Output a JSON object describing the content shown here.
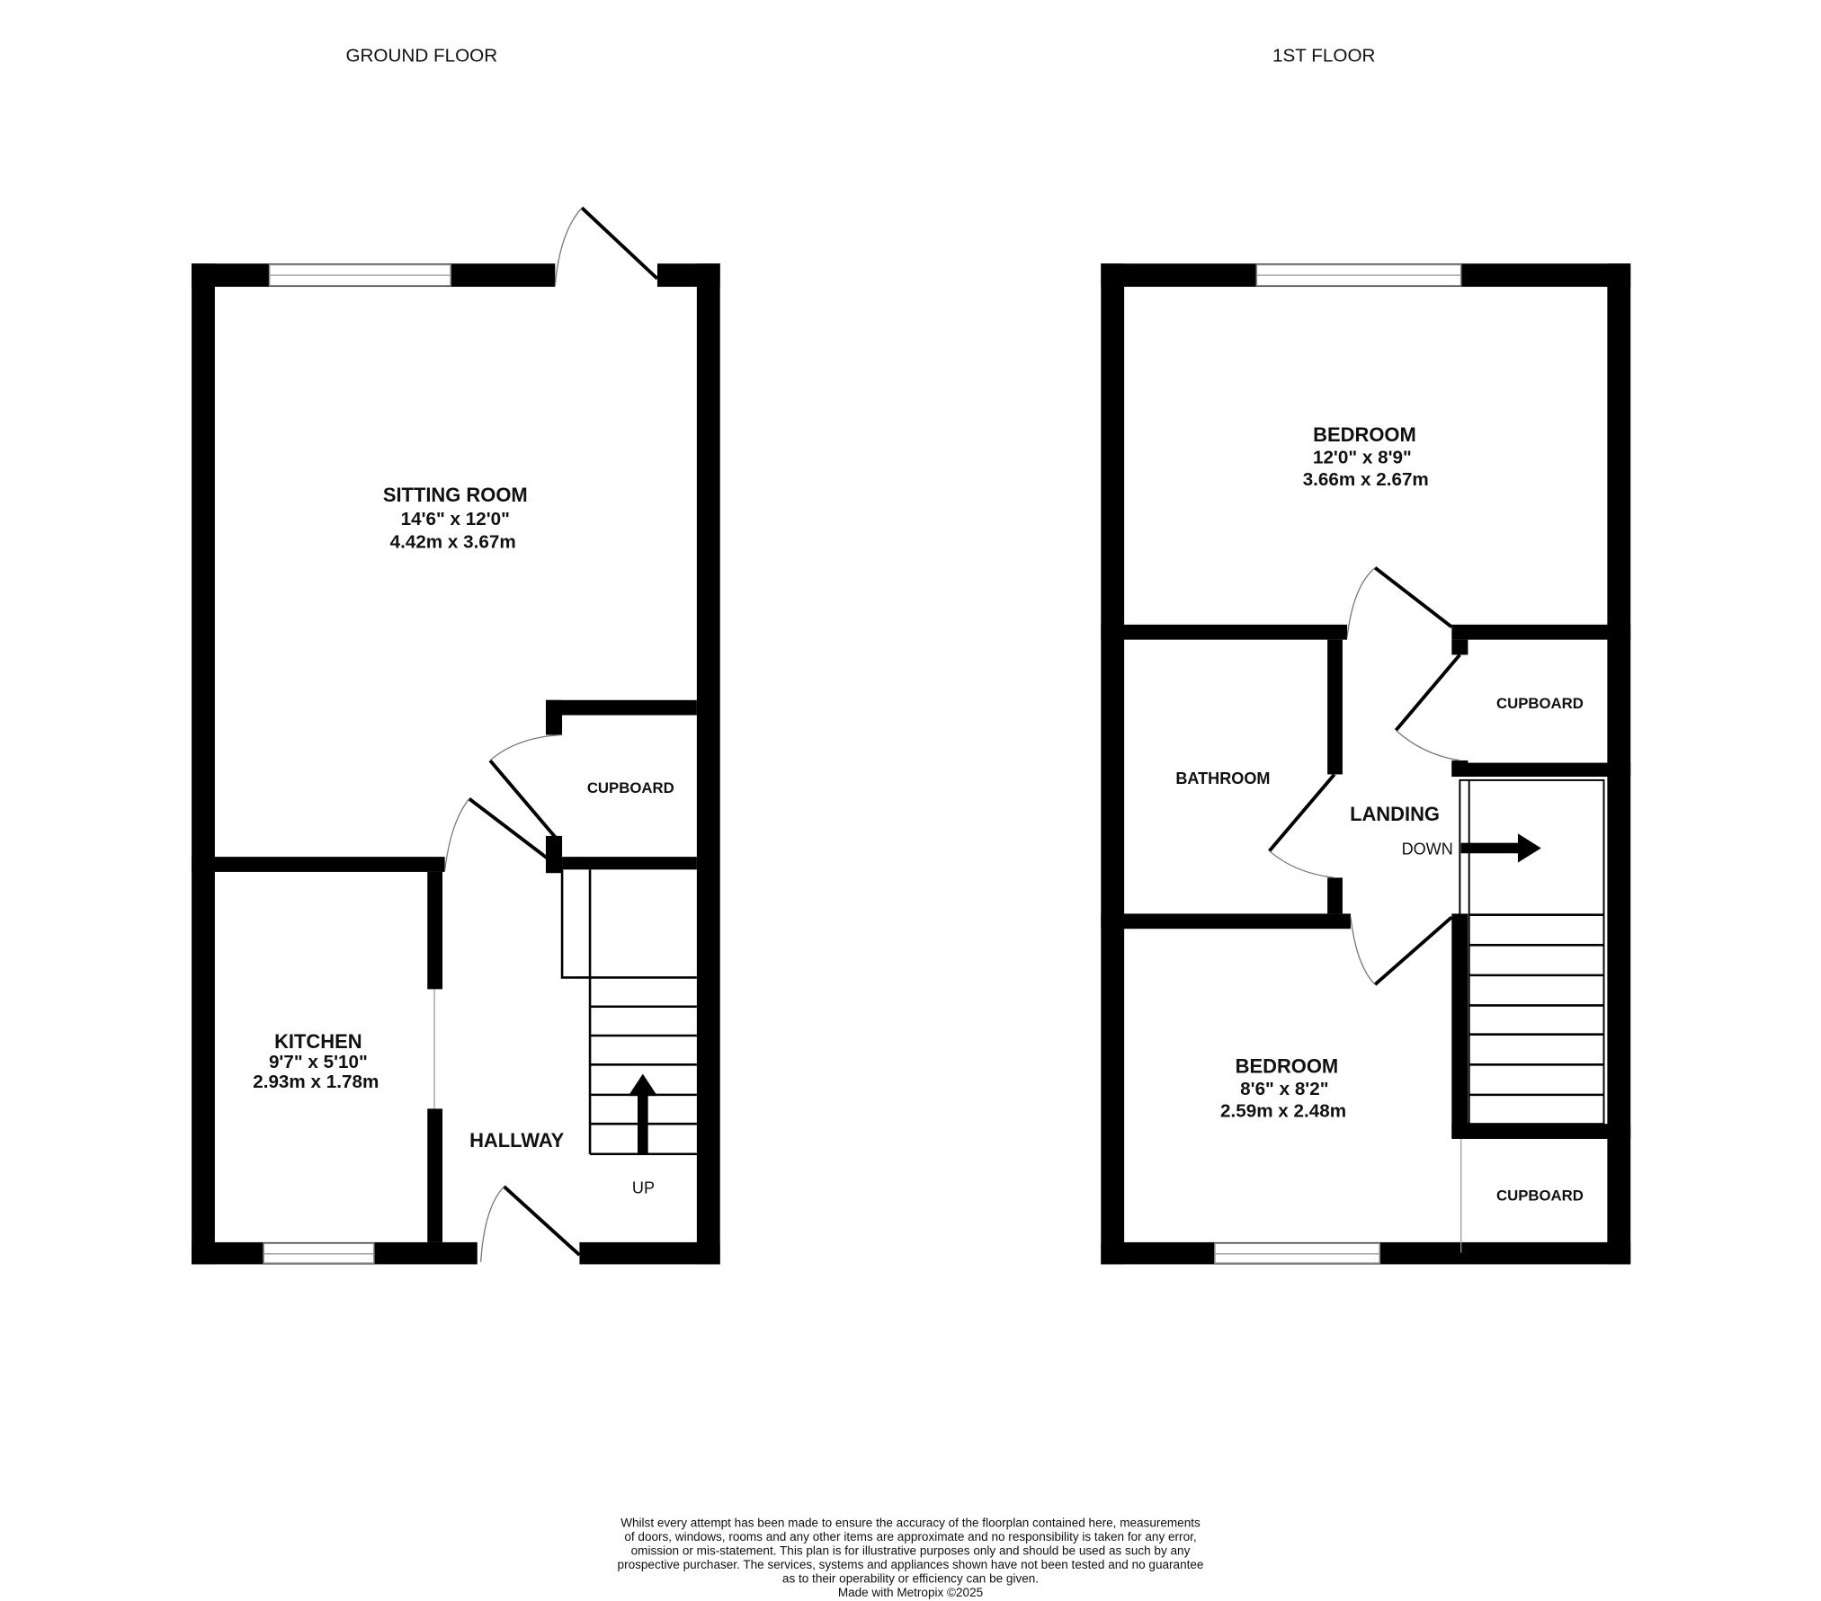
{
  "floors": {
    "ground": {
      "title": "GROUND FLOOR",
      "rooms": {
        "sitting_room": {
          "name": "SITTING ROOM",
          "imperial": "14'6\"  x 12'0\"",
          "metric": "4.42m  x 3.67m"
        },
        "kitchen": {
          "name": "KITCHEN",
          "imperial": "9'7\"  x 5'10\"",
          "metric": "2.93m  x 1.78m"
        },
        "hallway": {
          "name": "HALLWAY"
        },
        "cupboard": {
          "name": "CUPBOARD"
        }
      },
      "stairs_label": "UP"
    },
    "first": {
      "title": "1ST FLOOR",
      "rooms": {
        "bedroom_1": {
          "name": "BEDROOM",
          "imperial": "12'0\"  x 8'9\"",
          "metric": "3.66m  x 2.67m"
        },
        "bedroom_2": {
          "name": "BEDROOM",
          "imperial": "8'6\"  x 8'2\"",
          "metric": "2.59m  x 2.48m"
        },
        "bathroom": {
          "name": "BATHROOM"
        },
        "landing": {
          "name": "LANDING"
        },
        "cupboard_1": {
          "name": "CUPBOARD"
        },
        "cupboard_2": {
          "name": "CUPBOARD"
        }
      },
      "stairs_label": "DOWN"
    }
  },
  "disclaimer": {
    "lines": [
      "Whilst every attempt has been made to ensure the accuracy of the floorplan contained here, measurements",
      "of doors, windows, rooms and any other items are approximate and no responsibility is taken for any error,",
      "omission or mis-statement. This plan is for illustrative purposes only and should be used as such by any",
      "prospective purchaser. The services, systems and appliances shown have not been tested and no guarantee",
      "as to their operability or efficiency can be given."
    ],
    "credit": "Made with Metropix ©2025"
  }
}
